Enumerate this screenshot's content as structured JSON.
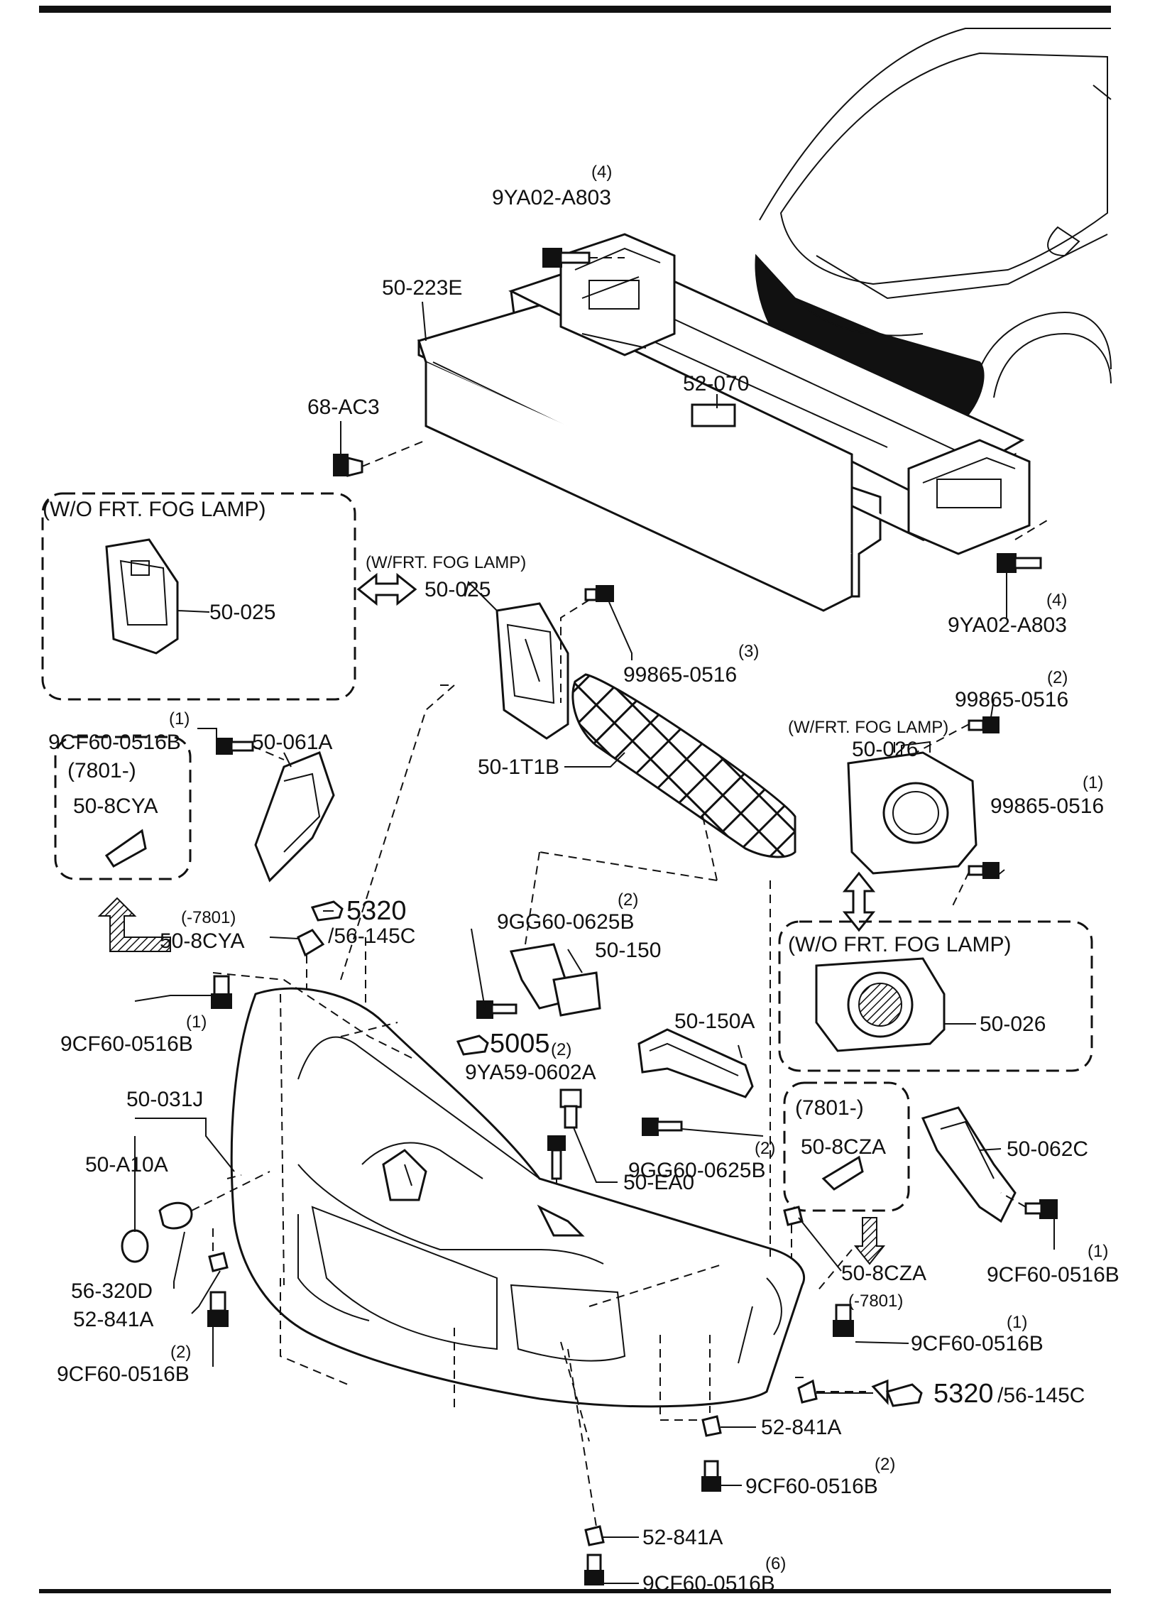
{
  "labels": {
    "bolt_top": "9YA02-A803",
    "bolt_top_qty": "(4)",
    "reinforcement": "50-223E",
    "absorber": "52-070",
    "clip_top": "68-AC3",
    "wo_fog_box_title": "(W/O FRT.  FOG LAMP)",
    "wo_fog_box_part": "50-025",
    "w_fog_left": "(W/FRT.  FOG LAMP)",
    "w_fog_left_part": "50-025",
    "bolt_right": "9YA02-A803",
    "bolt_right_qty": "(4)",
    "screw_3": "99865-0516",
    "screw_3_qty": "(3)",
    "screw_2": "99865-0516",
    "screw_2_qty": "(2)",
    "w_fog_right": "(W/FRT.  FOG LAMP)",
    "w_fog_right_part": "50-026",
    "screw_1": "99865-0516",
    "screw_1_qty": "(1)",
    "bolt_l1": "9CF60-0516B",
    "bolt_l1_qty": "(1)",
    "bracket_l": "50-061A",
    "box_7801_l": "(7801-)",
    "box_7801_l_part": "50-8CYA",
    "grille": "50-1T1B",
    "ref_5320_a": "5320",
    "ref_5320_a_sub": "/56-145C",
    "ref_7801_l": "(-7801)",
    "clip_l": "50-8CYA",
    "bolt_9gg_a": "9GG60-0625B",
    "bolt_9gg_a_qty": "(2)",
    "bracket_150": "50-150",
    "wo_fog_box2_title": "(W/O FRT.  FOG LAMP)",
    "wo_fog_box2_part": "50-026",
    "bolt_l2": "9CF60-0516B",
    "bolt_l2_qty": "(1)",
    "ref_5005": "5005",
    "ref_5005_qty": "(2)",
    "bolt_9ya59": "9YA59-0602A",
    "bracket_150a": "50-150A",
    "bumper": "50-031J",
    "plug_a10": "50-A10A",
    "bolt_9gg_b": "9GG60-0625B",
    "bolt_9gg_b_qty": "(2)",
    "box_7801_r": "(7801-)",
    "box_7801_r_part": "50-8CZA",
    "bracket_r": "50-062C",
    "bolt_ea0": "50-EA0",
    "clip_r": "50-8CZA",
    "ref_7801_r": "(-7801)",
    "bolt_r1": "9CF60-0516B",
    "bolt_r1_qty": "(1)",
    "bolt_r2": "9CF60-0516B",
    "bolt_r2_qty": "(1)",
    "cap_320d": "56-320D",
    "nut_l": "52-841A",
    "bolt_l3": "9CF60-0516B",
    "bolt_l3_qty": "(2)",
    "ref_5320_b": "5320",
    "ref_5320_b_sub": "/56-145C",
    "nut_m": "52-841A",
    "bolt_m": "9CF60-0516B",
    "bolt_m_qty": "(2)",
    "nut_b": "52-841A",
    "bolt_b": "9CF60-0516B",
    "bolt_b_qty": "(6)"
  }
}
